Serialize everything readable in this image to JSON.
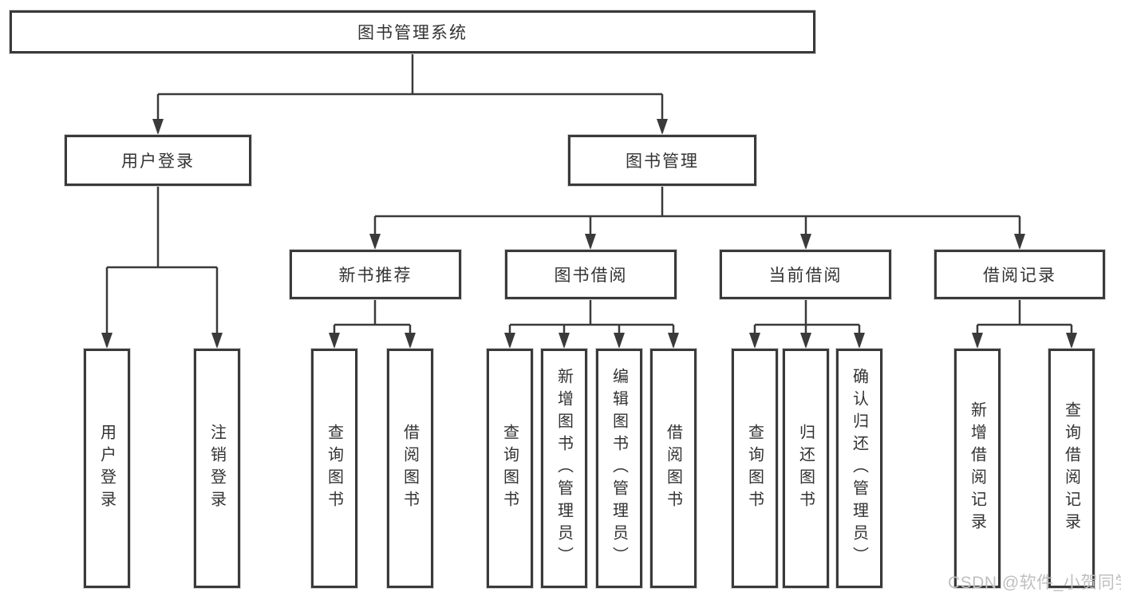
{
  "diagram": {
    "root": {
      "label": "图书管理系统"
    },
    "branches": [
      {
        "label": "用户登录",
        "children": [
          {
            "label": "用户登录"
          },
          {
            "label": "注销登录"
          }
        ]
      },
      {
        "label": "图书管理",
        "children": [
          {
            "label": "新书推荐",
            "children": [
              {
                "label": "查询图书"
              },
              {
                "label": "借阅图书"
              }
            ]
          },
          {
            "label": "图书借阅",
            "children": [
              {
                "label": "查询图书"
              },
              {
                "label": "新增图书（管理员）"
              },
              {
                "label": "编辑图书（管理员）"
              },
              {
                "label": "借阅图书"
              }
            ]
          },
          {
            "label": "当前借阅",
            "children": [
              {
                "label": "查询图书"
              },
              {
                "label": "归还图书"
              },
              {
                "label": "确认归还（管理员）"
              }
            ]
          },
          {
            "label": "借阅记录",
            "children": [
              {
                "label": "新增借阅记录"
              },
              {
                "label": "查询借阅记录"
              }
            ]
          }
        ]
      }
    ]
  },
  "watermark": {
    "text": "CSDN @软件_小贺同学"
  },
  "colors": {
    "line": "#3a3a3a",
    "node_border": "#3a3a3a",
    "text": "#333333",
    "watermark": "#bfbfbf",
    "background": "#ffffff"
  }
}
